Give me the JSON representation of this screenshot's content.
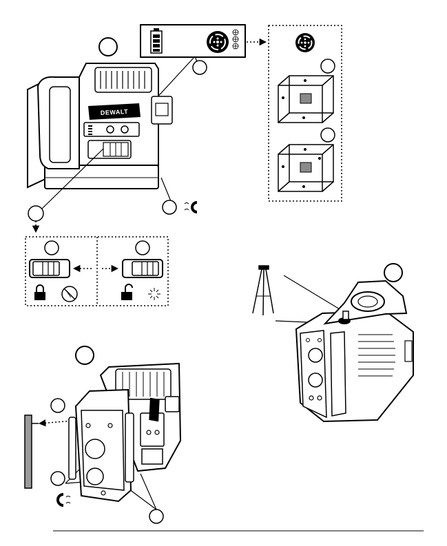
{
  "brand_logo_text": "DEWALT",
  "callouts": [
    {
      "id": "fig-a",
      "text": ""
    },
    {
      "id": "a1",
      "text": ""
    },
    {
      "id": "a2",
      "text": ""
    },
    {
      "id": "a3",
      "text": ""
    },
    {
      "id": "a4",
      "text": ""
    },
    {
      "id": "a5",
      "text": ""
    },
    {
      "id": "a6",
      "text": ""
    },
    {
      "id": "a7",
      "text": ""
    },
    {
      "id": "fig-b",
      "text": ""
    },
    {
      "id": "fig-c",
      "text": ""
    },
    {
      "id": "c1",
      "text": ""
    },
    {
      "id": "c2",
      "text": ""
    },
    {
      "id": "c3",
      "text": ""
    }
  ],
  "icons": [
    "battery-icon",
    "mode-button-icon",
    "laser-pattern-icon",
    "magnet-icon",
    "lock-closed-icon",
    "lock-open-icon",
    "laser-off-icon",
    "laser-on-icon",
    "tripod-icon"
  ],
  "colors": {
    "line": "#000000",
    "cube_fill": "#8a8a8a",
    "wall_fill": "#9a9a9a",
    "dotted": "#000000"
  }
}
